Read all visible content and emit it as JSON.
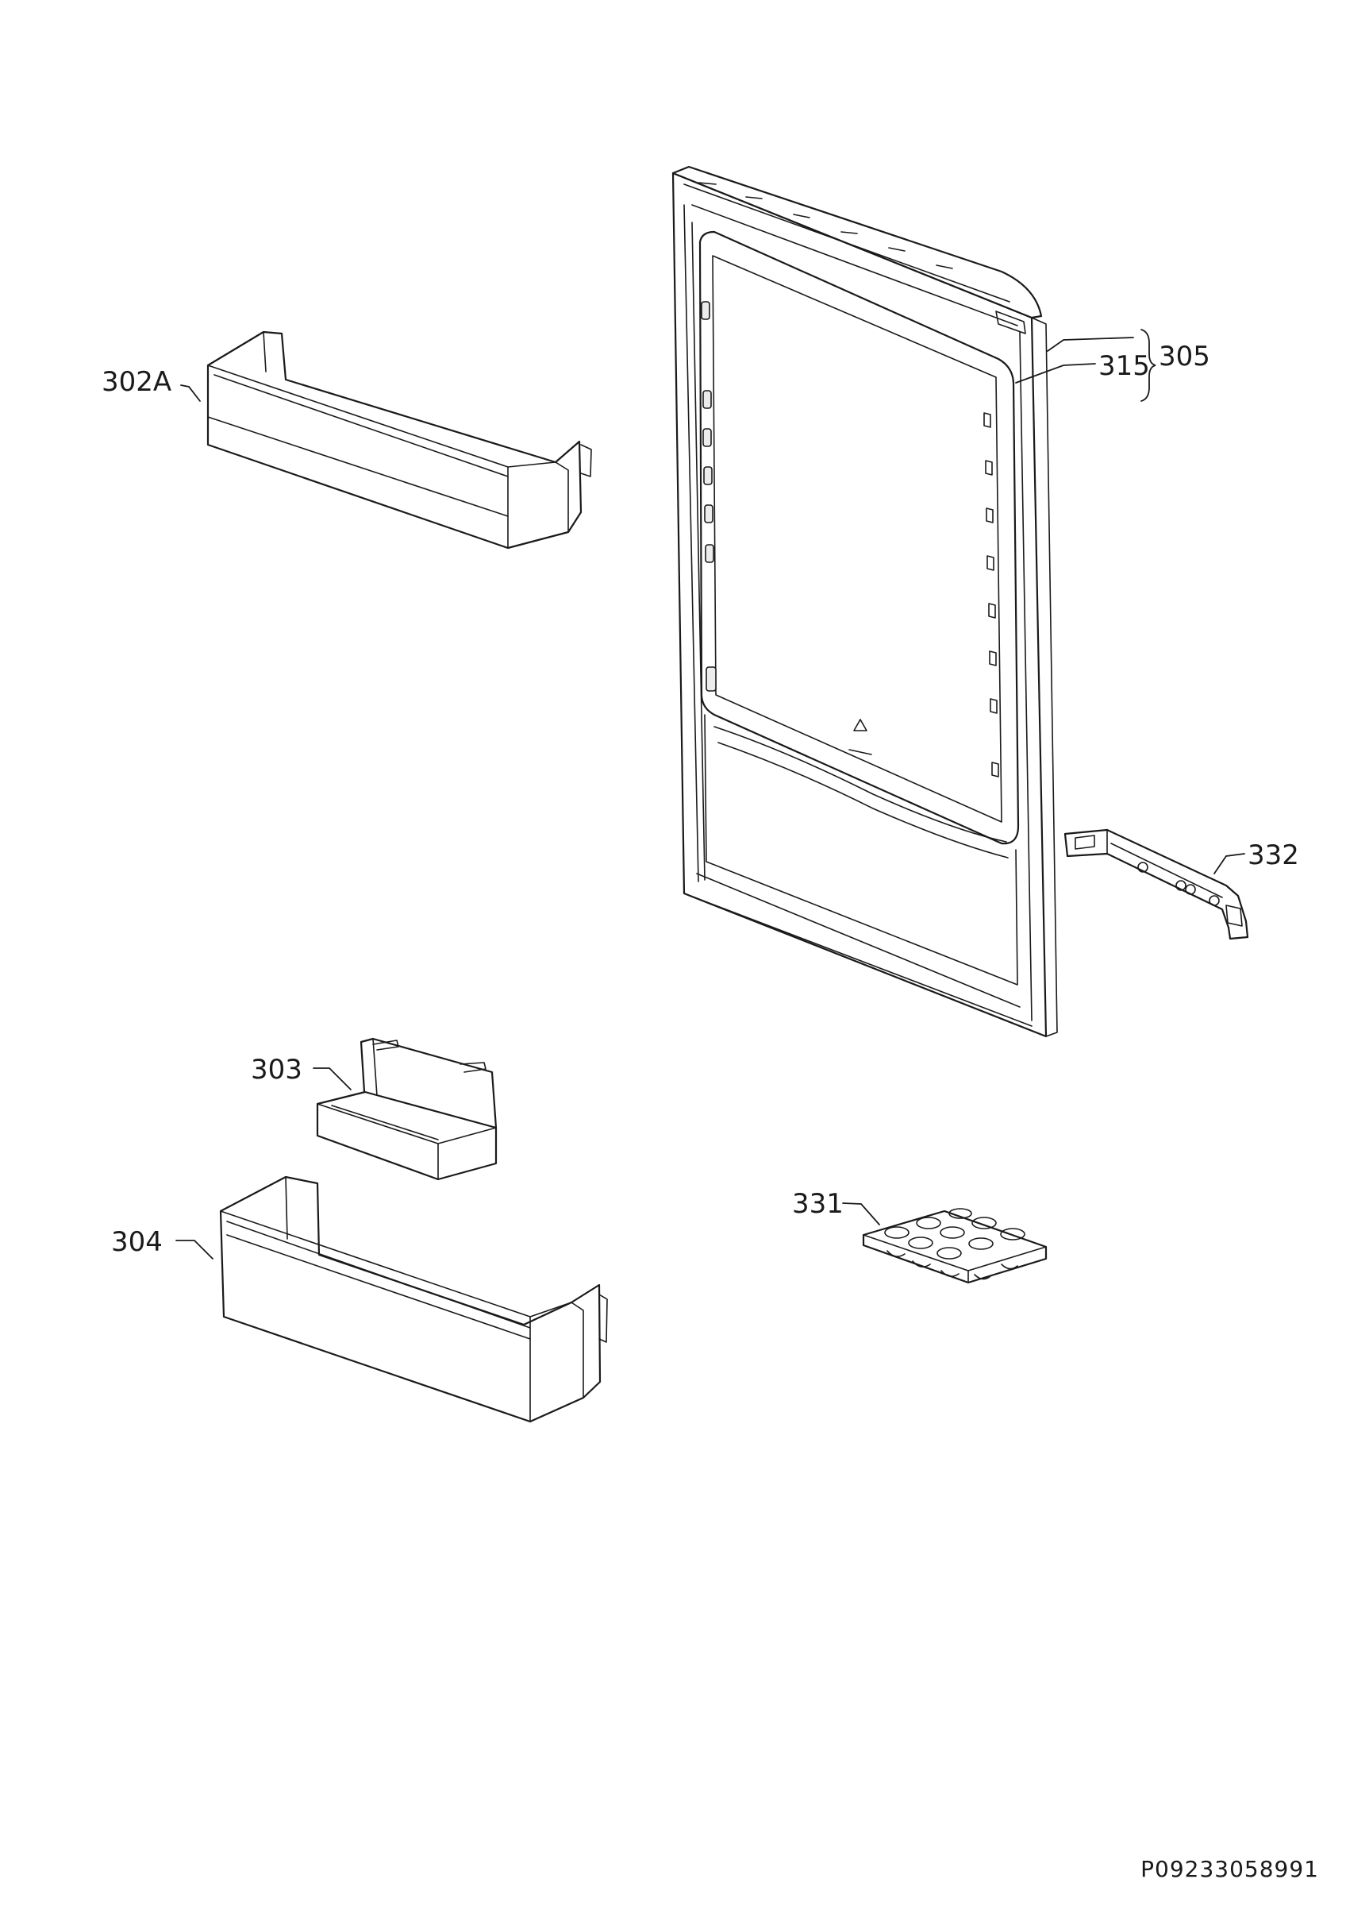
{
  "callouts": {
    "c302A": "302A",
    "c305": "305",
    "c315": "315",
    "c332": "332",
    "c303": "303",
    "c331": "331",
    "c304": "304"
  },
  "drawing_code": "P09233058991",
  "colors": {
    "line": "#1a1a1a",
    "background": "#ffffff",
    "shade": "#ececec"
  }
}
